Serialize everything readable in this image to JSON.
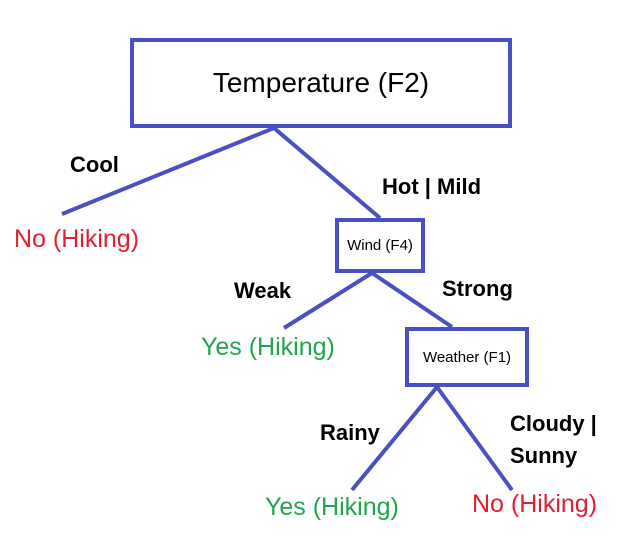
{
  "colors": {
    "node_border": "#4a4fc4",
    "edge": "#4a4fc4",
    "yes": "#22a64b",
    "no": "#e02030",
    "edge_label": "#000000"
  },
  "nodes": {
    "root": {
      "label": "Temperature (F2)"
    },
    "wind": {
      "label": "Wind (F4)"
    },
    "weather": {
      "label": "Weather (F1)"
    }
  },
  "edge_labels": {
    "cool": "Cool",
    "hot_mild": "Hot | Mild",
    "weak": "Weak",
    "strong": "Strong",
    "rainy": "Rainy",
    "cloudy_sunny_line1": "Cloudy |",
    "cloudy_sunny_line2": "Sunny"
  },
  "leaves": {
    "cool": {
      "label": "No (Hiking)",
      "outcome": "no"
    },
    "weak": {
      "label": "Yes (Hiking)",
      "outcome": "yes"
    },
    "rainy": {
      "label": "Yes (Hiking)",
      "outcome": "yes"
    },
    "cloudy_sunny": {
      "label": "No (Hiking)",
      "outcome": "no"
    }
  }
}
